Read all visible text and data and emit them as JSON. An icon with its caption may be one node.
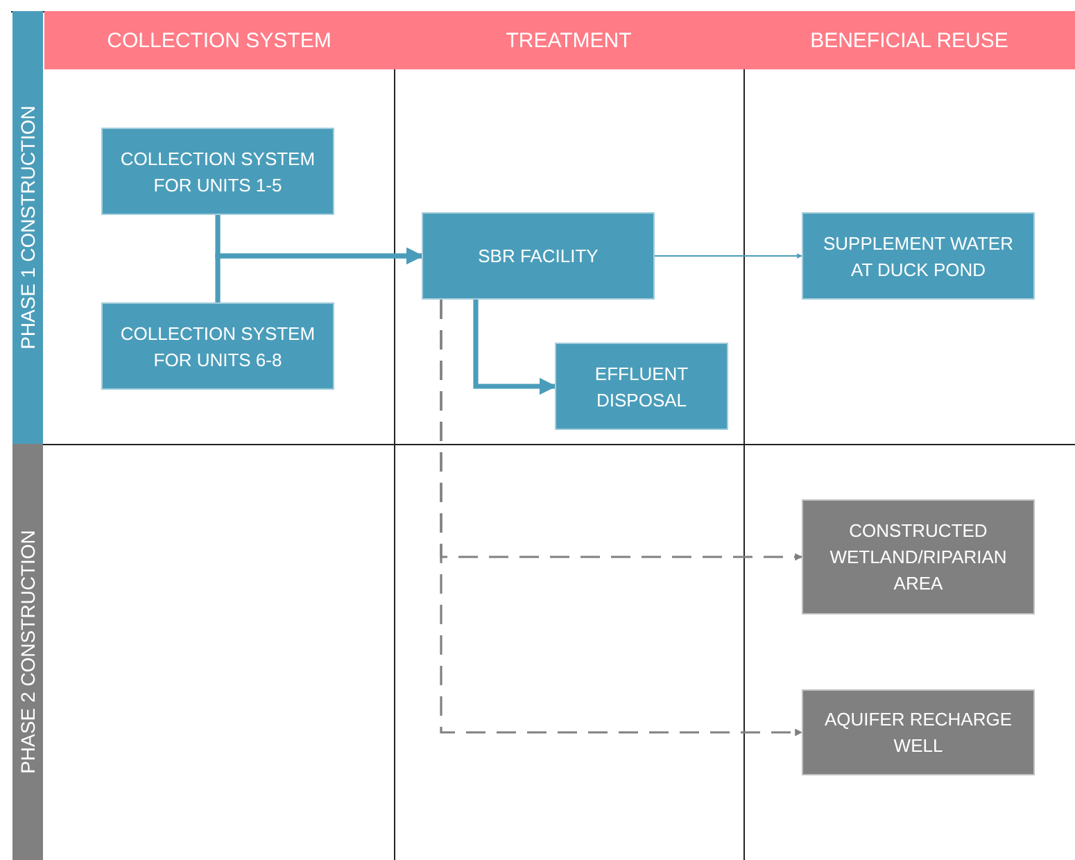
{
  "diagram": {
    "nodes": [
      {
        "text": [
          "COLLECTION SYSTEM"
        ]
      },
      {
        "text": [
          "TREATMENT"
        ]
      },
      {
        "text": [
          "BENEFICIAL REUSE"
        ]
      },
      {
        "text": [
          "PHASE 1 CONSTRUCTION"
        ]
      },
      {
        "text": [
          "PHASE 2 CONSTRUCTION"
        ]
      },
      {
        "text": [
          "COLLECTION SYSTEM FOR UNITS 1-5"
        ]
      },
      {
        "text": [
          "COLLECTION SYSTEM FOR UNITS 6-8"
        ]
      },
      {
        "text": [
          "SBR FACILITY"
        ]
      },
      {
        "text": [
          "SUPPLEMENT WATER AT DUCK POND"
        ]
      },
      {
        "text": [
          "EFFLUENT DISPOSAL"
        ]
      },
      {
        "text": [
          "CONSTRUCTED WETLAND/RIPARIAN AREA"
        ]
      },
      {
        "text": [
          "AQUIFER RECHARGE WELL"
        ]
      }
    ],
    "edges": [
      {
        "from": 5,
        "to": 7,
        "arrow": "to",
        "style": "thick"
      },
      {
        "from": 6,
        "to": 7,
        "arrow": "to",
        "style": "thick"
      },
      {
        "from": 7,
        "to": 8,
        "arrow": "to"
      },
      {
        "from": 7,
        "to": 9,
        "arrow": "to",
        "style": "thick"
      },
      {
        "from": 7,
        "to": 10,
        "arrow": "to",
        "style": "dashed",
        "color": "#808080"
      },
      {
        "from": 7,
        "to": 11,
        "arrow": "to",
        "style": "dashed",
        "color": "#808080"
      }
    ]
  }
}
